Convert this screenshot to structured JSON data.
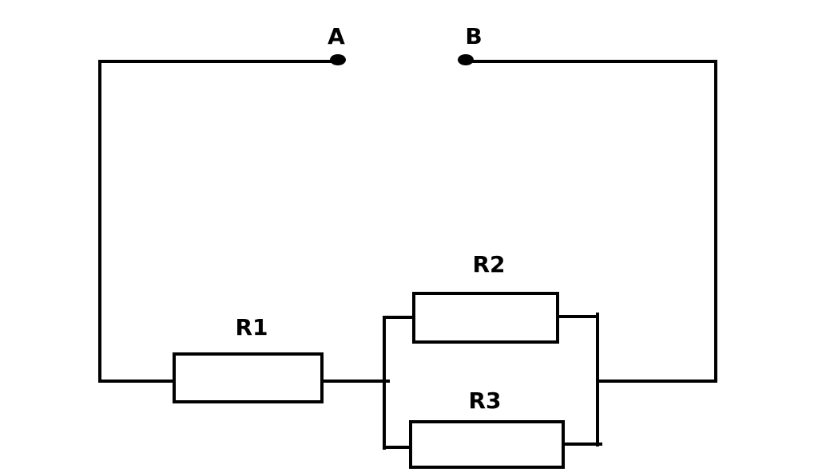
{
  "terminals": {
    "a_label": "A",
    "b_label": "B"
  },
  "resistors": {
    "r1_label": "R1",
    "r2_label": "R2",
    "r3_label": "R3"
  }
}
